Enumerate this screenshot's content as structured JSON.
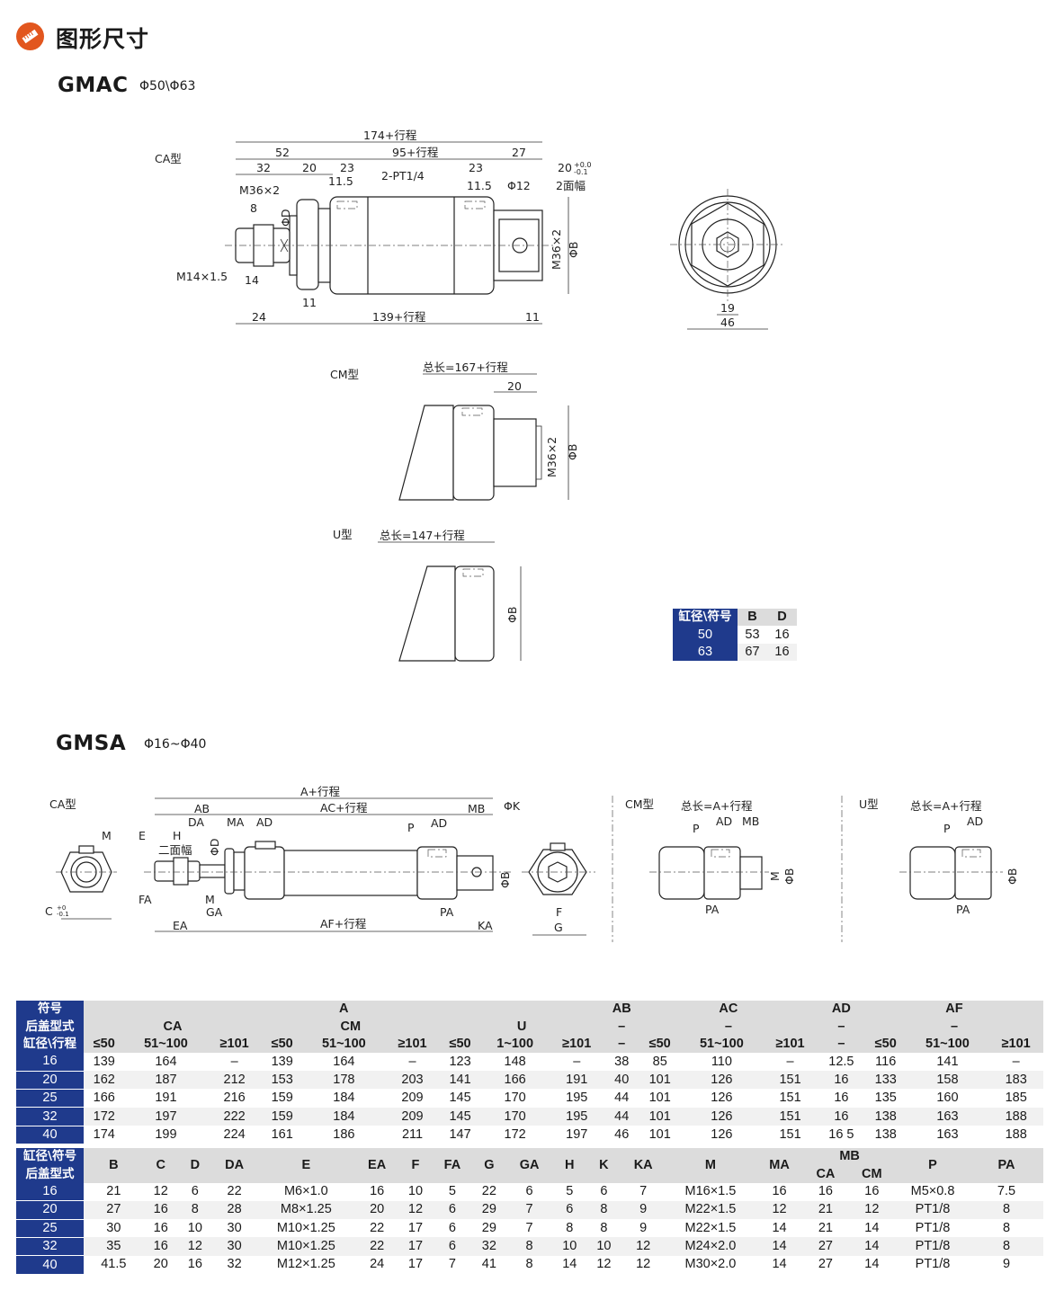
{
  "header": {
    "title": "图形尺寸"
  },
  "gmac": {
    "model": "GMAC",
    "bore": "Φ50\\Φ63",
    "ca_label": "CA型",
    "cm_label": "CM型",
    "u_label": "U型",
    "dims": {
      "overall": "174+行程",
      "d52": "52",
      "d95": "95+行程",
      "d27": "27",
      "d32": "32",
      "d20": "20",
      "d23a": "23",
      "port": "2-PT1/4",
      "d23b": "23",
      "d11_5a": "11.5",
      "d11_5b": "11.5",
      "phi12": "Φ12",
      "tol20": "20",
      "tol_up": "+0.0",
      "tol_dn": "-0.1",
      "flats": "2面幅",
      "m36": "M36×2",
      "d8": "8",
      "phid": "ΦD",
      "m14": "M14×1.5",
      "d14": "14",
      "d11a": "11",
      "d24": "24",
      "d139": "139+行程",
      "d11b": "11",
      "m36v": "M36×2",
      "phib": "ΦB",
      "d19": "19",
      "d46": "46",
      "cm_total": "总长=167+行程",
      "cm20": "20",
      "cm_m36": "M36×2",
      "cm_phib": "ΦB",
      "u_total": "总长=147+行程",
      "u_phib": "ΦB"
    },
    "bd_table": {
      "headers": [
        "缸径\\符号",
        "B",
        "D"
      ],
      "rows": [
        [
          "50",
          "53",
          "16"
        ],
        [
          "63",
          "67",
          "16"
        ]
      ]
    }
  },
  "gmsa": {
    "model": "GMSA",
    "bore": "Φ16~Φ40",
    "ca_label": "CA型",
    "cm_label": "CM型",
    "u_label": "U型",
    "dims": {
      "m": "M",
      "e": "E",
      "h": "H",
      "flats": "二面幅",
      "phid": "ΦD",
      "fa": "FA",
      "c": "C",
      "c_up": "+0",
      "c_dn": "-0.1",
      "a_total": "A+行程",
      "ab": "AB",
      "ac": "AC+行程",
      "mb": "MB",
      "phik": "ΦK",
      "da": "DA",
      "ma": "MA",
      "ad": "AD",
      "p": "P",
      "ad2": "AD",
      "phib": "ΦB",
      "m2": "M",
      "ga": "GA",
      "ea": "EA",
      "af": "AF+行程",
      "pa": "PA",
      "ka": "KA",
      "f": "F",
      "g": "G",
      "cm_total": "总长=A+行程",
      "cm_p": "P",
      "cm_ad": "AD",
      "cm_mb": "MB",
      "cm_m": "M",
      "cm_phib": "ΦB",
      "cm_pa": "PA",
      "u_total": "总长=A+行程",
      "u_p": "P",
      "u_ad": "AD",
      "u_phib": "ΦB",
      "u_pa": "PA"
    }
  },
  "table1": {
    "row1": [
      "符号",
      "A",
      "AB",
      "AC",
      "AD",
      "AF"
    ],
    "row2": [
      "后盖型式",
      "CA",
      "CM",
      "U",
      "–",
      "–",
      "–",
      "–"
    ],
    "row3": [
      "缸径\\行程",
      "≤50",
      "51~100",
      "≥101",
      "≤50",
      "51~100",
      "≥101",
      "≤50",
      "1~100",
      "≥101",
      "–",
      "≤50",
      "51~100",
      "≥101",
      "–",
      "≤50",
      "51~100",
      "≥101"
    ],
    "rows": [
      [
        "16",
        "139",
        "164",
        "–",
        "139",
        "164",
        "–",
        "123",
        "148",
        "–",
        "38",
        "85",
        "110",
        "–",
        "12.5",
        "116",
        "141",
        "–"
      ],
      [
        "20",
        "162",
        "187",
        "212",
        "153",
        "178",
        "203",
        "141",
        "166",
        "191",
        "40",
        "101",
        "126",
        "151",
        "16",
        "133",
        "158",
        "183"
      ],
      [
        "25",
        "166",
        "191",
        "216",
        "159",
        "184",
        "209",
        "145",
        "170",
        "195",
        "44",
        "101",
        "126",
        "151",
        "16",
        "135",
        "160",
        "185"
      ],
      [
        "32",
        "172",
        "197",
        "222",
        "159",
        "184",
        "209",
        "145",
        "170",
        "195",
        "44",
        "101",
        "126",
        "151",
        "16",
        "138",
        "163",
        "188"
      ],
      [
        "40",
        "174",
        "199",
        "224",
        "161",
        "186",
        "211",
        "147",
        "172",
        "197",
        "46",
        "101",
        "126",
        "151",
        "16 5",
        "138",
        "163",
        "188"
      ]
    ]
  },
  "table2": {
    "row1a": "缸径\\符号",
    "row1b": "后盖型式",
    "cols": [
      "B",
      "C",
      "D",
      "DA",
      "E",
      "EA",
      "F",
      "FA",
      "G",
      "GA",
      "H",
      "K",
      "KA",
      "M",
      "MA",
      "MB",
      "P",
      "PA"
    ],
    "mb_sub": [
      "CA",
      "CM"
    ],
    "rows": [
      [
        "16",
        "21",
        "12",
        "6",
        "22",
        "M6×1.0",
        "16",
        "10",
        "5",
        "22",
        "6",
        "5",
        "6",
        "7",
        "M16×1.5",
        "16",
        "16",
        "16",
        "M5×0.8",
        "7.5"
      ],
      [
        "20",
        "27",
        "16",
        "8",
        "28",
        "M8×1.25",
        "20",
        "12",
        "6",
        "29",
        "7",
        "6",
        "8",
        "9",
        "M22×1.5",
        "12",
        "21",
        "12",
        "PT1/8",
        "8"
      ],
      [
        "25",
        "30",
        "16",
        "10",
        "30",
        "M10×1.25",
        "22",
        "17",
        "6",
        "29",
        "7",
        "8",
        "8",
        "9",
        "M22×1.5",
        "14",
        "21",
        "14",
        "PT1/8",
        "8"
      ],
      [
        "32",
        "35",
        "16",
        "12",
        "30",
        "M10×1.25",
        "22",
        "17",
        "6",
        "32",
        "8",
        "10",
        "10",
        "12",
        "M24×2.0",
        "14",
        "27",
        "14",
        "PT1/8",
        "8"
      ],
      [
        "40",
        "41.5",
        "20",
        "16",
        "32",
        "M12×1.25",
        "24",
        "17",
        "7",
        "41",
        "8",
        "14",
        "12",
        "12",
        "M30×2.0",
        "14",
        "27",
        "14",
        "PT1/8",
        "9"
      ]
    ]
  }
}
